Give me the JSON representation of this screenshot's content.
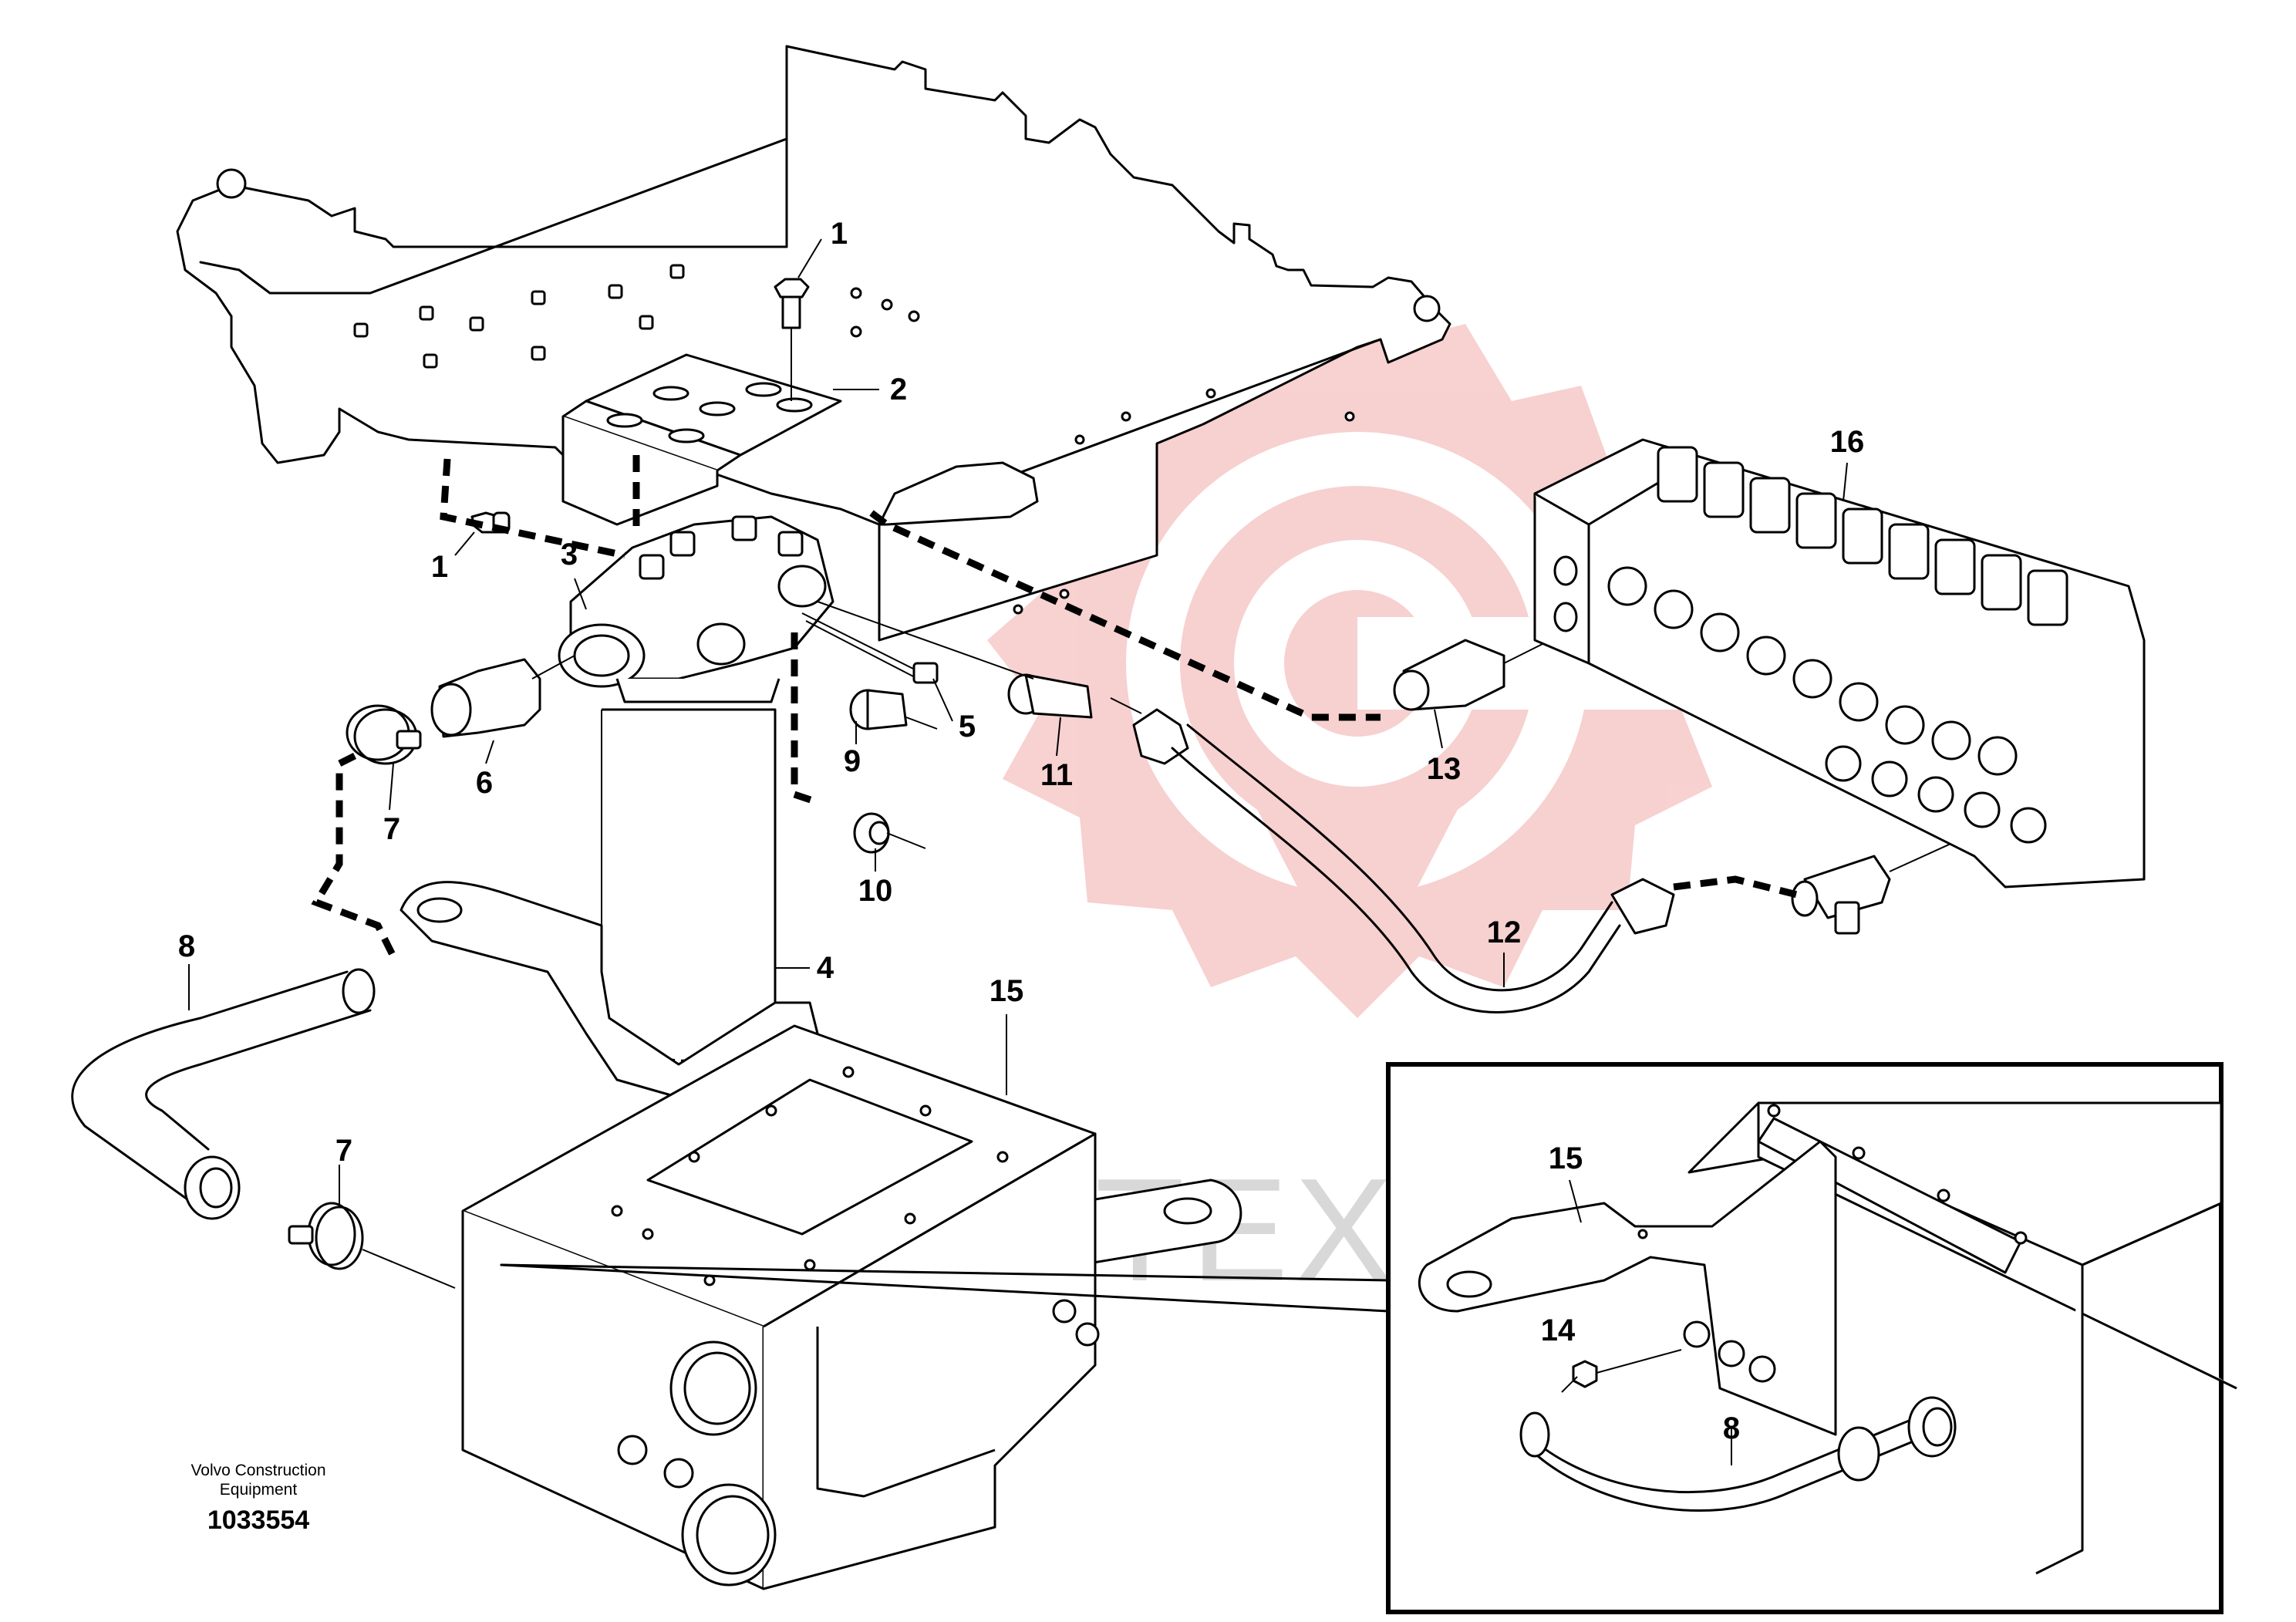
{
  "diagram": {
    "callouts": [
      {
        "id": "c1a",
        "label": "1"
      },
      {
        "id": "c1b",
        "label": "1"
      },
      {
        "id": "c2",
        "label": "2"
      },
      {
        "id": "c3",
        "label": "3"
      },
      {
        "id": "c4",
        "label": "4"
      },
      {
        "id": "c5",
        "label": "5"
      },
      {
        "id": "c6",
        "label": "6"
      },
      {
        "id": "c7a",
        "label": "7"
      },
      {
        "id": "c7b",
        "label": "7"
      },
      {
        "id": "c8",
        "label": "8"
      },
      {
        "id": "c9",
        "label": "9"
      },
      {
        "id": "c10",
        "label": "10"
      },
      {
        "id": "c11",
        "label": "11"
      },
      {
        "id": "c12",
        "label": "12"
      },
      {
        "id": "c13",
        "label": "13"
      },
      {
        "id": "c15",
        "label": "15"
      },
      {
        "id": "c16",
        "label": "16"
      }
    ],
    "inset_callouts": [
      {
        "id": "i15",
        "label": "15"
      },
      {
        "id": "i14",
        "label": "14"
      },
      {
        "id": "i8",
        "label": "8"
      }
    ],
    "credit_line1": "Volvo Construction",
    "credit_line2": "Equipment",
    "document_number": "1033554",
    "watermark_text": "ИНТЕХ",
    "colors": {
      "line": "#000000",
      "watermark_gear": "#f6c8c8",
      "watermark_text": "#d8d8d8",
      "background": "#ffffff"
    }
  }
}
